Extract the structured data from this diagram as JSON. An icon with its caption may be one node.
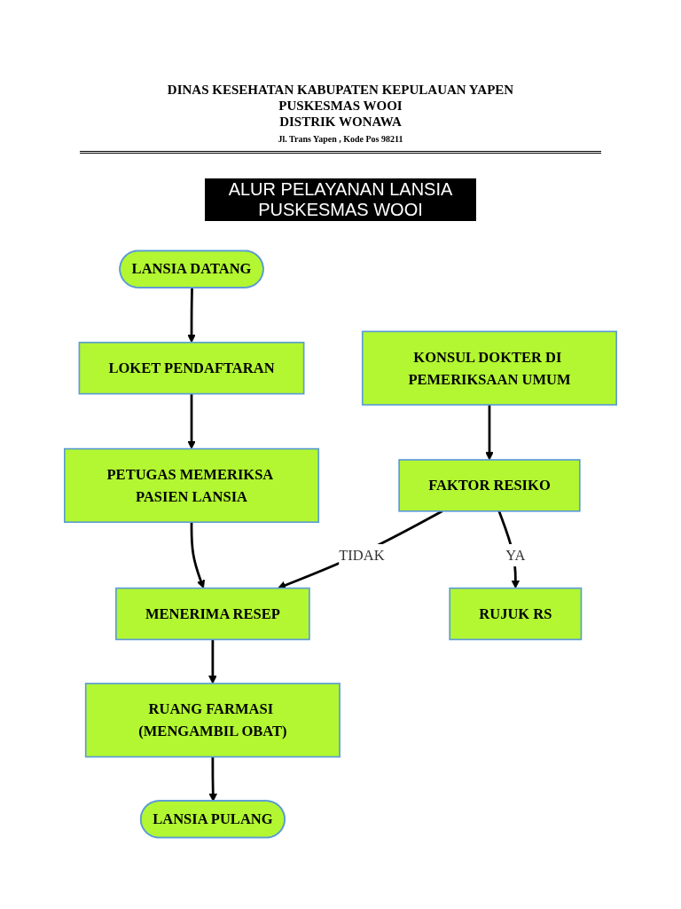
{
  "diagram": {
    "title": "ALUR PELAYANAN LANSIA PUSKESMAS WOOI",
    "nodes": [
      {
        "text": [
          "LANSIA DATANG"
        ]
      },
      {
        "text": [
          "LOKET PENDAFTARAN"
        ]
      },
      {
        "text": [
          "KONSUL DOKTER DI PEMERIKSAAN UMUM"
        ]
      },
      {
        "text": [
          "PETUGAS MEMERIKSA PASIEN LANSIA"
        ]
      },
      {
        "text": [
          "FAKTOR RESIKO"
        ]
      },
      {
        "text": [
          "MENERIMA RESEP"
        ]
      },
      {
        "text": [
          "RUJUK RS"
        ]
      },
      {
        "text": [
          "RUANG FARMASI (MENGAMBIL OBAT)"
        ]
      },
      {
        "text": [
          "LANSIA PULANG"
        ]
      }
    ],
    "edges": [
      {
        "from": 0,
        "to": 1,
        "arrow": "to"
      },
      {
        "from": 1,
        "to": 3,
        "arrow": "to"
      },
      {
        "from": 3,
        "to": 5,
        "arrow": "to"
      },
      {
        "from": 5,
        "to": 7,
        "arrow": "to"
      },
      {
        "from": 7,
        "to": 8,
        "arrow": "to"
      },
      {
        "from": 2,
        "to": 4,
        "arrow": "to"
      },
      {
        "from": 4,
        "to": 5,
        "label": "TIDAK",
        "arrow": "to"
      },
      {
        "from": 4,
        "to": 6,
        "label": "YA",
        "arrow": "to"
      }
    ],
    "labels": [
      "DINAS KESEHATAN KABUPATEN KEPULAUAN YAPEN",
      "PUSKESMAS WOOI",
      "DISTRIK WONAWA",
      "Jl. Trans Yapen , Kode Pos 98211"
    ]
  }
}
